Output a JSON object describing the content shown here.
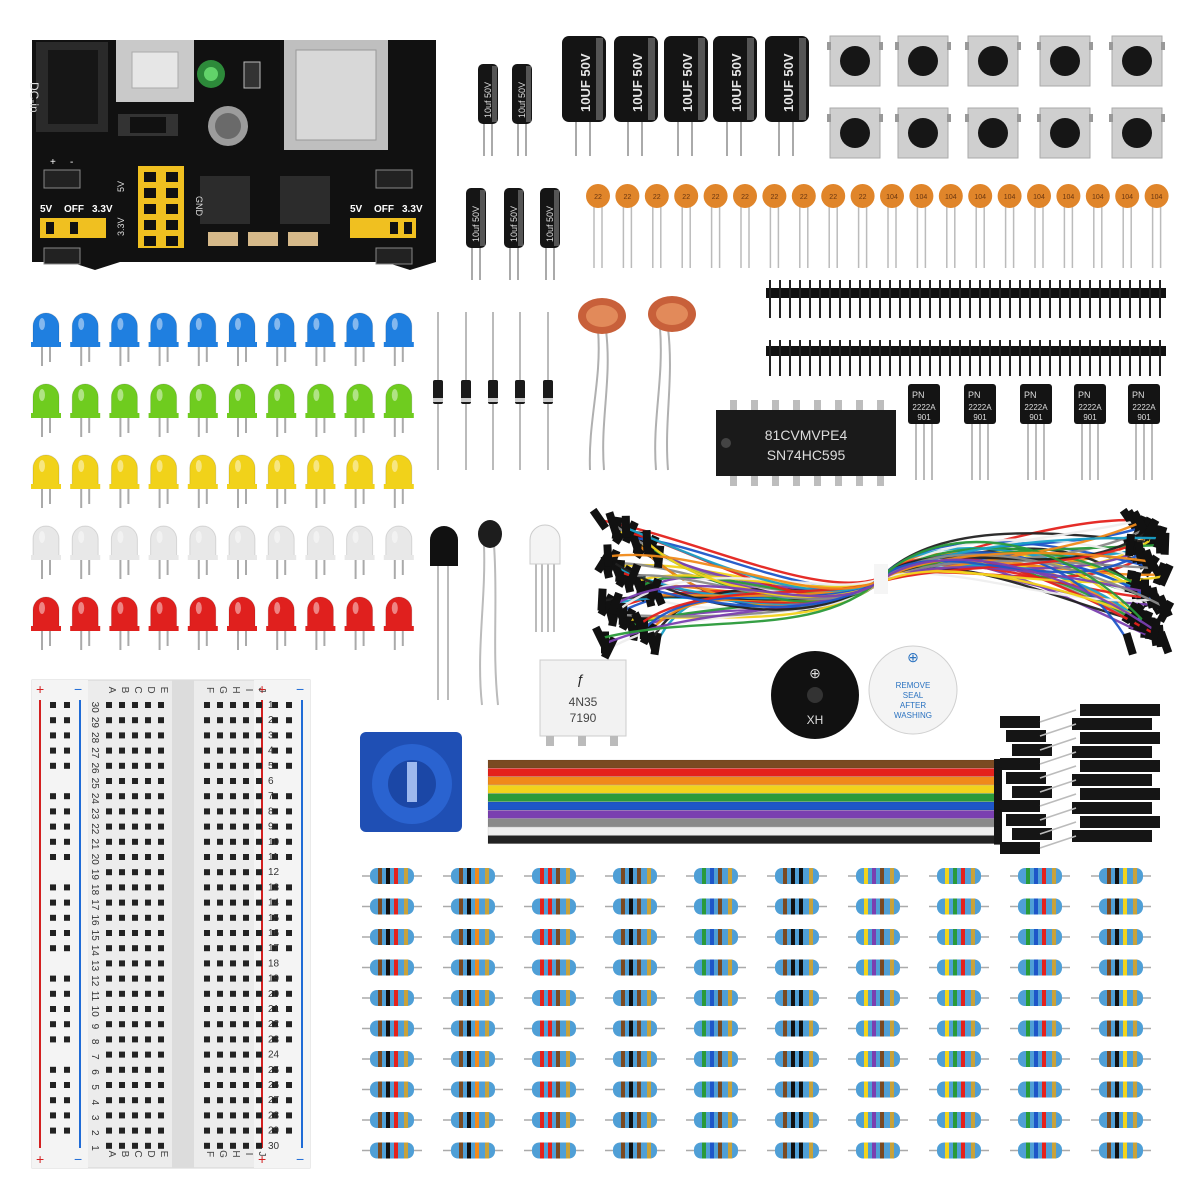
{
  "power_module": {
    "dc_label": "DC-in",
    "left_jumper": {
      "v5": "5V",
      "off": "OFF",
      "v33": "3.3V"
    },
    "right_jumper": {
      "v5": "5V",
      "off": "OFF",
      "v33": "3.3V"
    },
    "header_5v": "5V",
    "header_33v": "3.3V",
    "header_gnd": "GND",
    "plus": "+",
    "minus": "-"
  },
  "small_caps_text": "10uf 50V",
  "big_caps_text": "10UF 50V",
  "ceramic_labels": [
    "22",
    "22",
    "22",
    "22",
    "22",
    "22",
    "22",
    "22",
    "22",
    "22",
    "104",
    "104",
    "104",
    "104",
    "104",
    "104",
    "104",
    "104",
    "104",
    "104"
  ],
  "transistor": {
    "line1": "PN",
    "line2": "2222A",
    "line3": "901"
  },
  "shift_register": {
    "line1": "81CVMVPE4",
    "line2": "SN74HC595"
  },
  "optocoupler": {
    "line1": "4N35",
    "line2": "7190"
  },
  "buzzer_active": {
    "mark": "XH",
    "plus": "⊕"
  },
  "buzzer_passive": {
    "plus": "⊕",
    "text": [
      "REMOVE",
      "SEAL",
      "AFTER",
      "WASHING"
    ]
  },
  "breadboard": {
    "rows_left": [
      "A",
      "B",
      "C",
      "D",
      "E"
    ],
    "rows_right": [
      "F",
      "G",
      "H",
      "I",
      "J"
    ],
    "numbers": [
      "1",
      "2",
      "3",
      "4",
      "5",
      "6",
      "7",
      "8",
      "9",
      "10",
      "11",
      "12",
      "13",
      "14",
      "15",
      "16",
      "17",
      "18",
      "19",
      "20",
      "21",
      "22",
      "23",
      "24",
      "25",
      "26",
      "27",
      "28",
      "29",
      "30"
    ],
    "plus": "+",
    "minus": "−"
  },
  "led_colors": [
    "#1f7fe0",
    "#6fcc1f",
    "#f1d21a",
    "#e8e8e8",
    "#e0201e"
  ],
  "wire_colors": [
    "#7a4a22",
    "#e4221c",
    "#f08a1a",
    "#f2d31c",
    "#2a9a3a",
    "#1e56c8",
    "#7a3fb0",
    "#8a8a8a",
    "#eeeeee",
    "#222222"
  ]
}
